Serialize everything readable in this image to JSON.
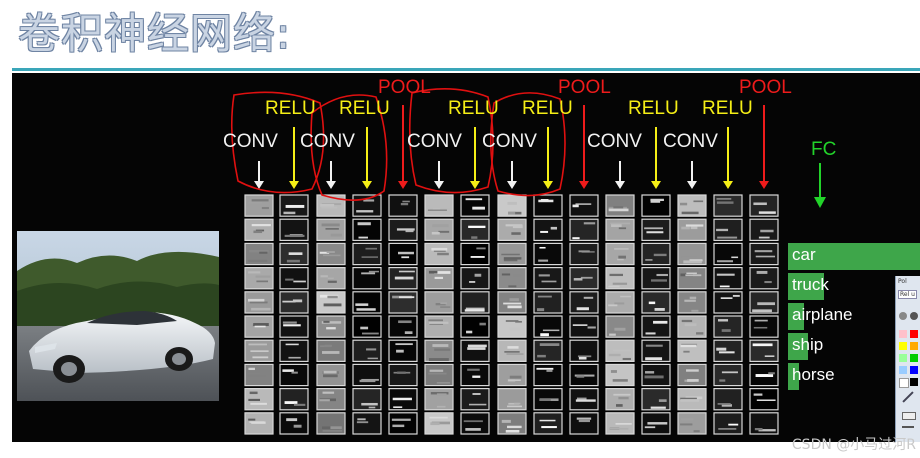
{
  "title": "卷积神经网络:",
  "labels": {
    "conv": "CONV",
    "relu": "RELU",
    "pool": "POOL",
    "fc": "FC"
  },
  "classes": [
    {
      "name": "car",
      "score": 1.0
    },
    {
      "name": "truck",
      "score": 0.27
    },
    {
      "name": "airplane",
      "score": 0.12
    },
    {
      "name": "ship",
      "score": 0.15
    },
    {
      "name": "horse",
      "score": 0.08
    }
  ],
  "layer_sequence": [
    "CONV",
    "RELU",
    "CONV",
    "RELU",
    "POOL",
    "CONV",
    "RELU",
    "CONV",
    "RELU",
    "POOL",
    "CONV",
    "RELU",
    "CONV",
    "RELU",
    "POOL"
  ],
  "colors": {
    "conv": "#f2f2f2",
    "relu": "#f5ee16",
    "pool": "#ee1b1b",
    "fc": "#22d32a",
    "bar": "#3ea64a",
    "rule": "#3aa6b9"
  },
  "paint_panel": {
    "header": "Pol",
    "tool": "Rel u"
  },
  "watermark": "CSDN @小马过河R"
}
